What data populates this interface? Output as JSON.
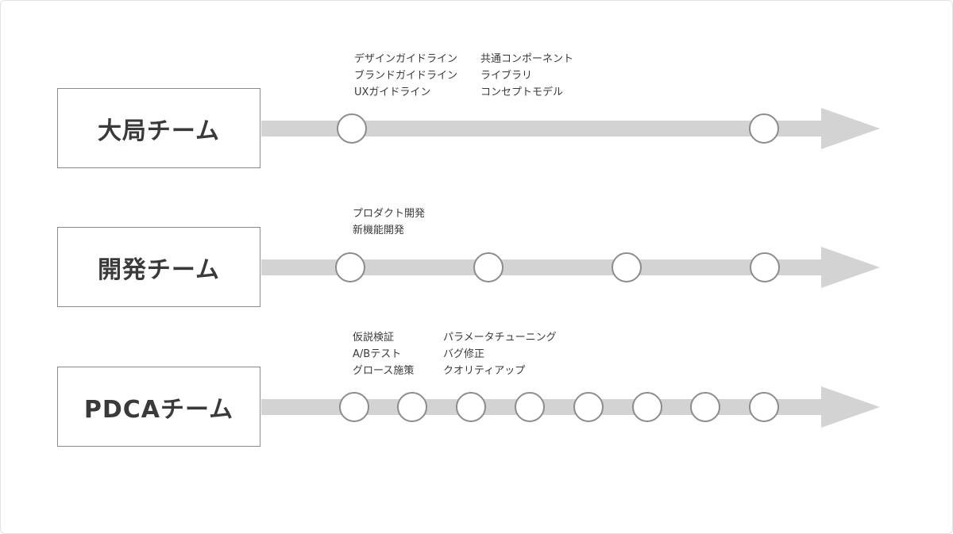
{
  "colors": {
    "arrow": "#d3d3d3",
    "milestone_stroke": "#8c8c8c",
    "milestone_fill": "#ffffff",
    "box_border": "#8a8a8a",
    "text": "#3a3a3a"
  },
  "rows": [
    {
      "team": "大局チーム",
      "milestone_count": 2,
      "labels": [
        {
          "lines": [
            "デザインガイドライン",
            "ブランドガイドライン",
            "UXガイドライン"
          ]
        },
        {
          "lines": [
            "共通コンポーネント",
            "ライブラリ",
            "コンセプトモデル"
          ]
        }
      ]
    },
    {
      "team": "開発チーム",
      "milestone_count": 4,
      "labels": [
        {
          "lines": [
            "プロダクト開発",
            "新機能開発"
          ]
        }
      ]
    },
    {
      "team": "PDCAチーム",
      "milestone_count": 8,
      "labels": [
        {
          "lines": [
            "仮説検証",
            "A/Bテスト",
            "グロース施策"
          ]
        },
        {
          "lines": [
            "パラメータチューニング",
            "バグ修正",
            "クオリティアップ"
          ]
        }
      ]
    }
  ]
}
